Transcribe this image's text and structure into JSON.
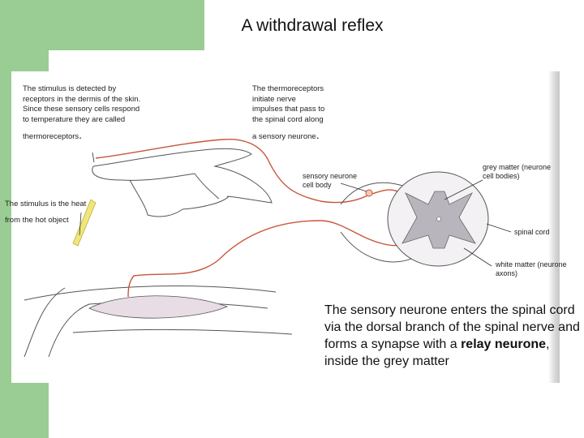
{
  "title": "A withdrawal reflex",
  "captions": {
    "stimulus_detected": "The stimulus is detected by\nreceptors in the dermis of the skin.\nSince these sensory cells respond\nto temperature they are called",
    "thermoreceptors": "thermoreceptors",
    "thermoreceptors_initiate": "The thermoreceptors\ninitiate nerve\nimpulses that pass to\nthe spinal cord along",
    "a_sensory_neurone": "a sensory neurone",
    "period": ".",
    "stimulus_heat_line1": "The stimulus is the heat",
    "stimulus_heat_line2": "from the hot object"
  },
  "labels": {
    "sensory_cell_body": "sensory neurone\ncell body",
    "grey_matter": "grey matter (neurone\ncell bodies)",
    "spinal_cord": "spinal cord",
    "white_matter": "white matter (neurone\naxons)"
  },
  "explanation": {
    "part1": "The sensory neurone enters the spinal cord via the dorsal branch of the spinal nerve and forms a synapse with a ",
    "bold": "relay neurone",
    "part2": ", inside the grey matter"
  },
  "colors": {
    "background_green": "#9acd93",
    "nerve": "#c8553a",
    "grey_matter": "#b8b6bc",
    "outline": "#555555"
  }
}
